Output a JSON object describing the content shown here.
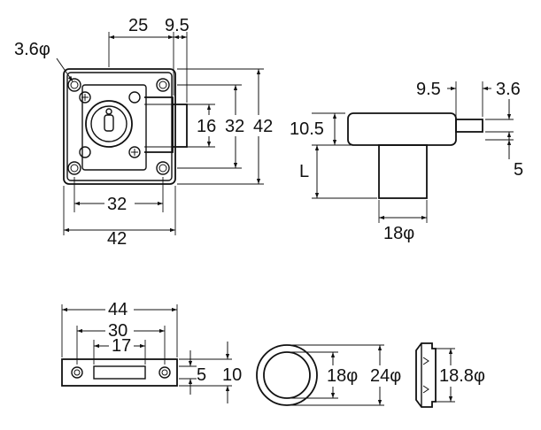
{
  "front_view": {
    "hole_dia": "3.6",
    "width_25": "25",
    "offset_9_5": "9.5",
    "height_16": "16",
    "height_32": "32",
    "height_42": "42",
    "width_32": "32",
    "width_42": "42"
  },
  "side_view": {
    "dim_9_5": "9.5",
    "dim_3_6": "3.6",
    "dim_10_5": "10.5",
    "dim_L": "L",
    "dim_5": "5",
    "dim_18": "18"
  },
  "strike_plate": {
    "dim_44": "44",
    "dim_30": "30",
    "dim_17": "17",
    "dim_5": "5",
    "dim_10": "10"
  },
  "ring": {
    "dim_18": "18",
    "dim_24": "24"
  },
  "bushing": {
    "dim_18_8": "18.8"
  },
  "symbols": {
    "phi": "φ"
  }
}
